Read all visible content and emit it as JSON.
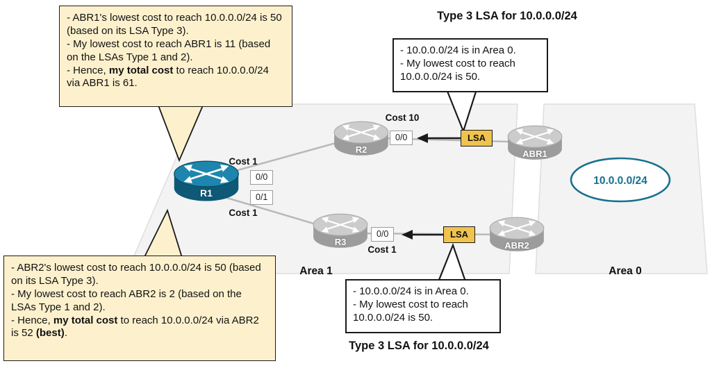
{
  "titles": {
    "lsa_top": "Type 3 LSA for 10.0.0.0/24",
    "lsa_bottom": "Type 3 LSA for 10.0.0.0/24"
  },
  "callout_abr1": {
    "line1": "- ABR1's lowest cost to reach 10.0.0.0/24 is 50 (based on its LSA Type 3).",
    "line2": "- My lowest cost to reach ABR1 is 11 (based on the LSAs Type 1 and 2).",
    "line3_pre": "- Hence, ",
    "line3_bold": "my total cost",
    "line3_post": " to reach 10.0.0.0/24 via ABR1 is 61."
  },
  "callout_abr2": {
    "line1": "- ABR2's lowest cost to reach 10.0.0.0/24 is 50 (based on its LSA Type 3).",
    "line2": "- My lowest cost to reach ABR2 is 2 (based on the LSAs Type 1 and 2).",
    "line3_pre": "- Hence, ",
    "line3_bold": "my total cost",
    "line3_mid": " to reach 10.0.0.0/24 via ABR2 is 52 ",
    "line3_bold2": "(best)",
    "line3_post": "."
  },
  "lsa_callout_top": {
    "line1": "- 10.0.0.0/24 is in Area 0.",
    "line2": "- My lowest cost to reach 10.0.0.0/24 is 50."
  },
  "lsa_callout_bottom": {
    "line1": "- 10.0.0.0/24 is in Area 0.",
    "line2": "- My lowest cost to reach 10.0.0.0/24 is 50."
  },
  "routers": {
    "r1": "R1",
    "r2": "R2",
    "r3": "R3",
    "abr1": "ABR1",
    "abr2": "ABR2"
  },
  "interfaces": {
    "r1_top": "0/0",
    "r1_bottom": "0/1",
    "r2": "0/0",
    "r3": "0/0"
  },
  "costs": {
    "r1_top": "Cost 1",
    "r1_bottom": "Cost 1",
    "r2": "Cost 10",
    "r3": "Cost 1"
  },
  "lsa_badges": {
    "top": "LSA",
    "bottom": "LSA"
  },
  "areas": {
    "area1": "Area 1",
    "area0": "Area 0"
  },
  "network": {
    "label": "10.0.0.0/24"
  },
  "colors": {
    "callout_yellow": "#fdf1cd",
    "lsa_gold": "#f0c34e",
    "router_blue": "#1e86ae",
    "network_teal": "#17718f",
    "plane_gray": "#f3f3f3"
  }
}
